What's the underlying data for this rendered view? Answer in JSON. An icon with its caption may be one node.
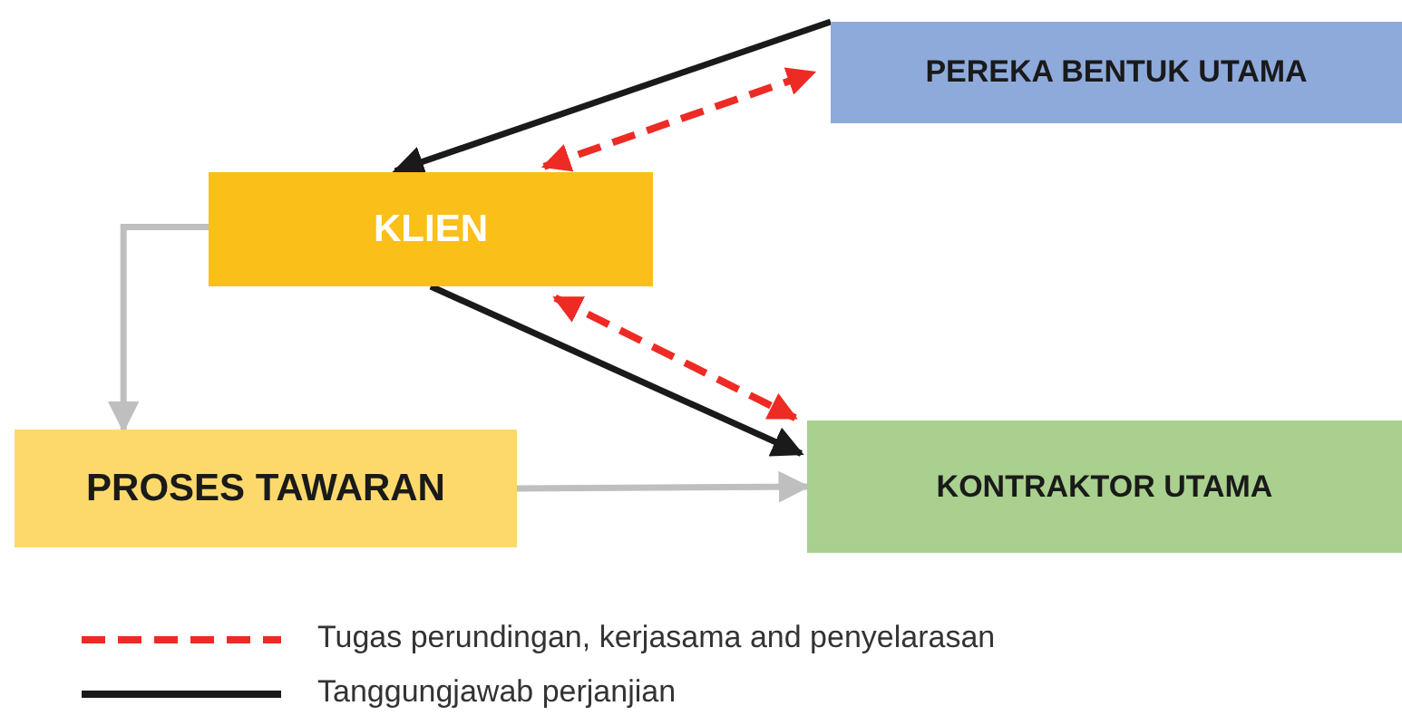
{
  "diagram": {
    "nodes": [
      {
        "text": [
          "PEREKA BENTUK UTAMA"
        ]
      },
      {
        "text": [
          "KLIEN"
        ]
      },
      {
        "text": [
          "PROSES TAWARAN"
        ]
      },
      {
        "text": [
          "KONTRAKTOR UTAMA"
        ]
      }
    ],
    "edges": [
      {
        "from": 0,
        "to": 1,
        "arrow": "to",
        "color": "#1a1a1a"
      },
      {
        "from": 1,
        "to": 0,
        "arrow": "both",
        "style": "dashed",
        "color": "#ee2a24"
      },
      {
        "from": 1,
        "to": 3,
        "arrow": "to",
        "color": "#1a1a1a"
      },
      {
        "from": 1,
        "to": 3,
        "arrow": "both",
        "style": "dashed",
        "color": "#ee2a24"
      },
      {
        "from": 1,
        "to": 2,
        "arrow": "to",
        "color": "#bfbfbf"
      },
      {
        "from": 2,
        "to": 3,
        "arrow": "to",
        "color": "#bfbfbf"
      }
    ],
    "legend": [
      {
        "text": "Tugas perundingan, kerjasama and penyelarasan"
      },
      {
        "text": "Tanggungjawab perjanjian"
      }
    ]
  }
}
